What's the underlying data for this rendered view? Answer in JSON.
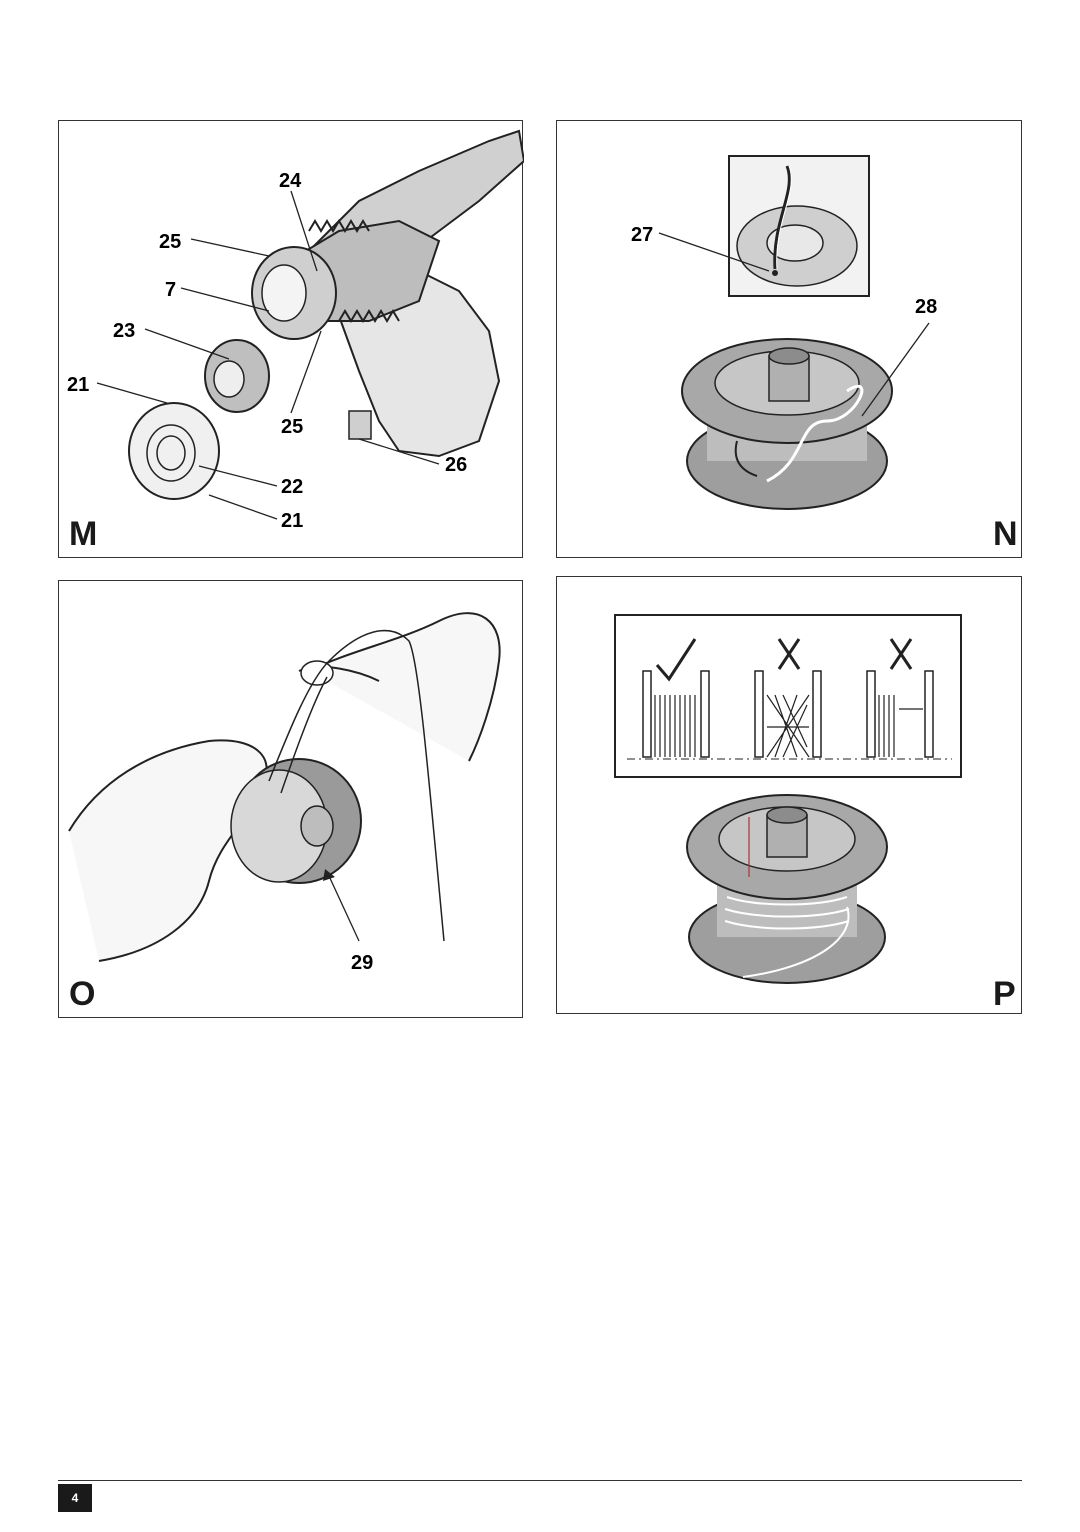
{
  "panels": {
    "M": {
      "letter": "M",
      "callouts": {
        "c24": "24",
        "c25a": "25",
        "c7": "7",
        "c23": "23",
        "c21a": "21",
        "c25b": "25",
        "c26": "26",
        "c22": "22",
        "c21b": "21"
      }
    },
    "N": {
      "letter": "N",
      "callouts": {
        "c27": "27",
        "c28": "28"
      }
    },
    "O": {
      "letter": "O",
      "callouts": {
        "c29": "29"
      }
    },
    "P": {
      "letter": "P"
    }
  },
  "footer": {
    "page_number": "4"
  }
}
